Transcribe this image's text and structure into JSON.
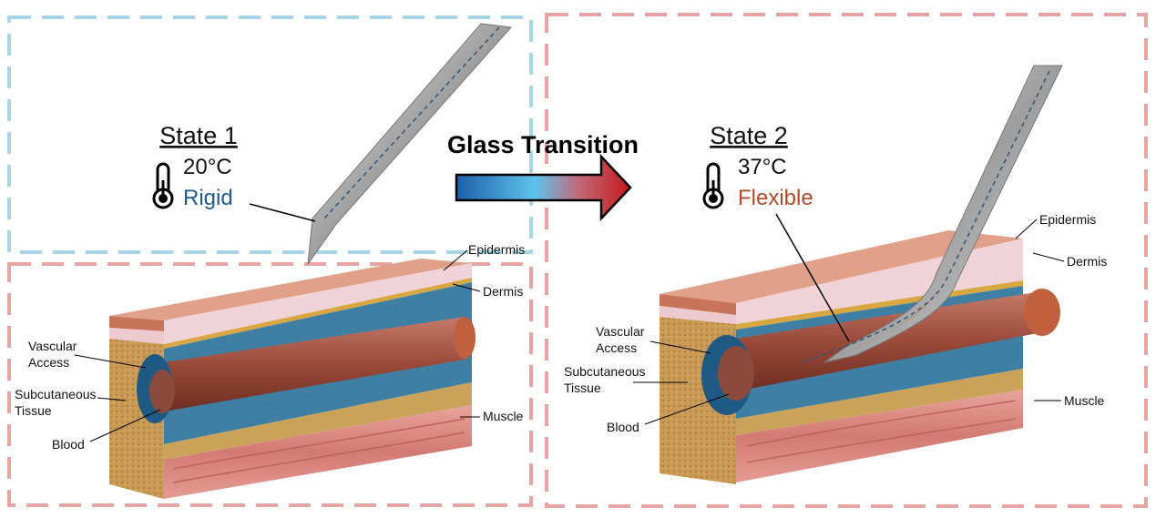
{
  "transition": {
    "label": "Glass Transition"
  },
  "state1": {
    "title": "State 1",
    "temperature": "20°C",
    "property": "Rigid",
    "property_color": "#1f5a8c"
  },
  "state2": {
    "title": "State 2",
    "temperature": "37°C",
    "property": "Flexible",
    "property_color": "#b24a2a"
  },
  "labels": {
    "epidermis": "Epidermis",
    "dermis": "Dermis",
    "vascular_1": "Vascular",
    "vascular_2": "Access",
    "subcutaneous_1": "Subcutaneous",
    "subcutaneous_2": "Tissue",
    "blood": "Blood",
    "muscle": "Muscle"
  },
  "icons": {
    "thermometer": "thermometer-icon",
    "arrow": "arrow-right-icon",
    "needle": "needle-icon"
  },
  "colors": {
    "cold": "#a9d6e6",
    "warm": "#e8a3a3",
    "epidermis": "#d4856a",
    "dermis": "#f2d8dc",
    "vessel_wall": "#3e7fa3",
    "blood": "#a0513f",
    "fat": "#c99a55",
    "muscle": "#e3938c",
    "arrow_start": "#1e5fa8",
    "arrow_end": "#b51d1d"
  }
}
